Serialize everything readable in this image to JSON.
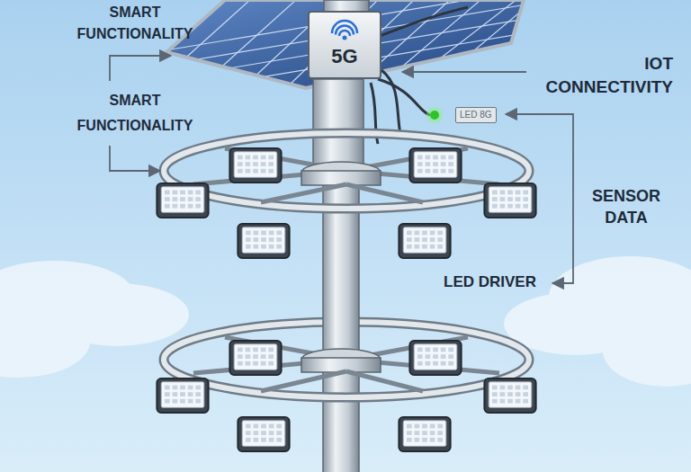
{
  "diagram": {
    "nodes": [
      {
        "text": [
          "5G"
        ]
      },
      {
        "text": [
          "LED 8G"
        ]
      }
    ],
    "labels": [
      "SMART FUNCTIONALITY",
      "SMART FUNCTIONALITY",
      "IOT CONNECTIVITY",
      "SENSOR DATA",
      "LED DRIVER"
    ]
  }
}
